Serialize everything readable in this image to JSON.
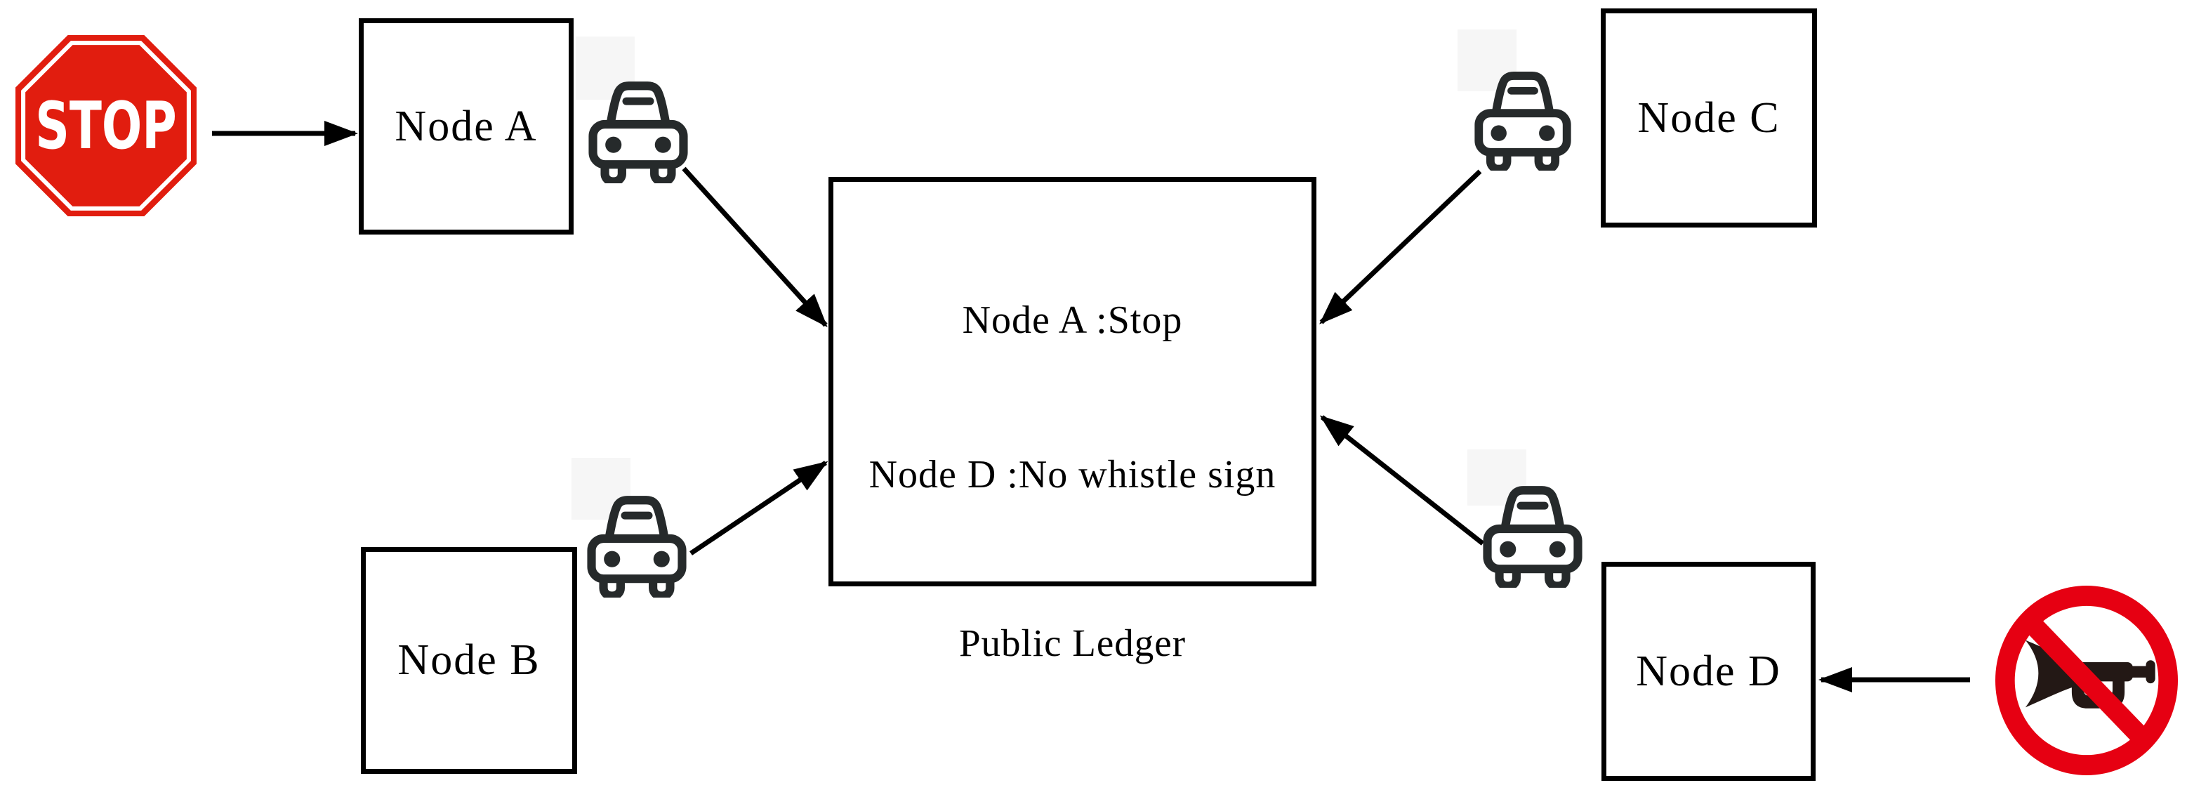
{
  "nodes": {
    "a": {
      "label": "Node A"
    },
    "b": {
      "label": "Node B"
    },
    "c": {
      "label": "Node C"
    },
    "d": {
      "label": "Node D"
    }
  },
  "ledger": {
    "entries": [
      "Node A :Stop",
      "Node D :No whistle sign"
    ],
    "caption": "Public Ledger"
  },
  "stop_sign": {
    "label": "STOP",
    "color": "#e11d0f",
    "border_color": "#ffffff"
  },
  "no_whistle_sign": {
    "name": "no-whistle-prohibition-sign",
    "ring_color": "#e60012",
    "horn_color": "#231815"
  },
  "car_icon": {
    "name": "car-front-icon",
    "color": "#262a2b"
  },
  "colors": {
    "line": "#000000",
    "box_border": "#000000",
    "placeholder_square": "#f6f6f6",
    "background": "#ffffff"
  }
}
